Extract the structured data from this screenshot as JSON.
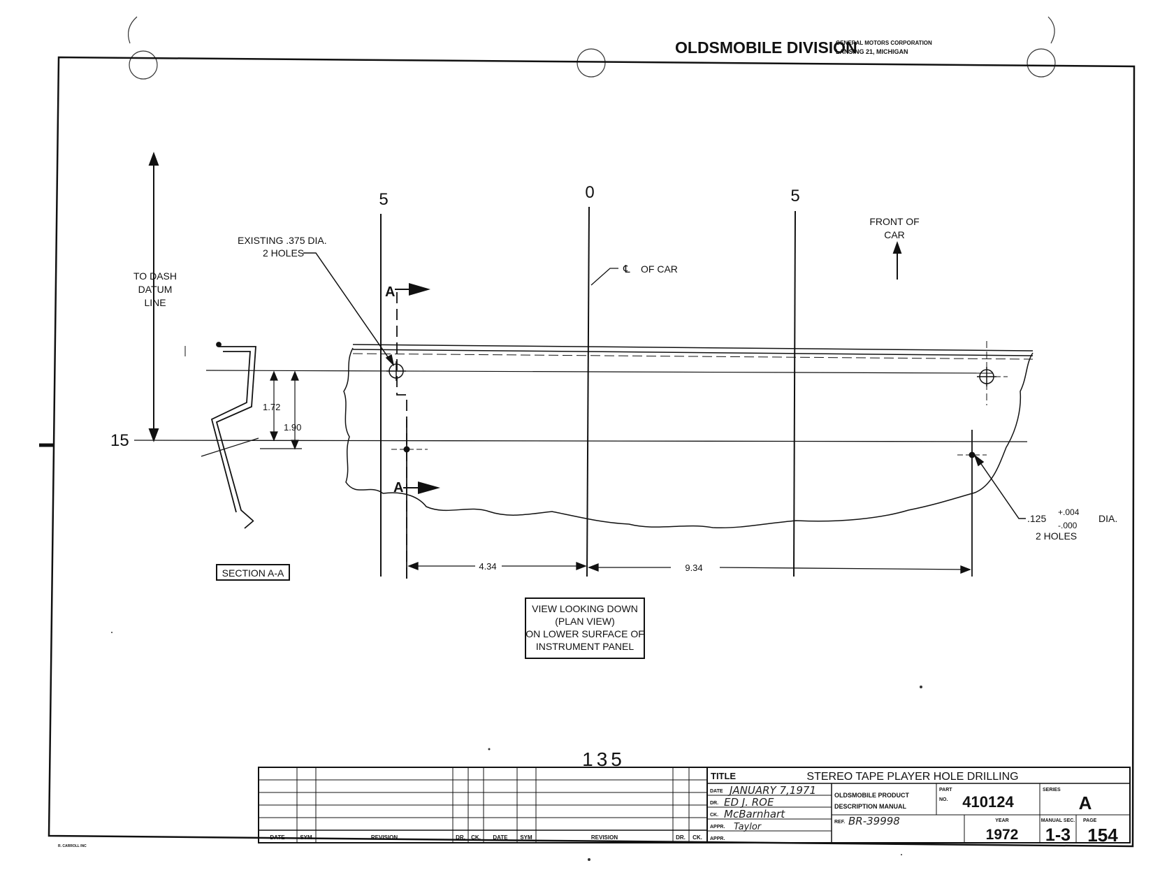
{
  "header": {
    "division": "OLDSMOBILE DIVISION",
    "corp_line1": "GENERAL MOTORS CORPORATION",
    "corp_line2": "LANSING 21, MICHIGAN"
  },
  "drawing": {
    "section_label": "SECTION A-A",
    "dash_datum": [
      "TO DASH",
      "DATUM",
      "LINE"
    ],
    "line_15": "15",
    "grid_labels": [
      "5",
      "0",
      "5"
    ],
    "centerline": "OF CAR",
    "centerline_symbol": "℄",
    "front_of_car": [
      "FRONT OF",
      "CAR"
    ],
    "existing_holes": [
      "EXISTING .375 DIA.",
      "2 HOLES"
    ],
    "section_marker": "A",
    "dim_172": "1.72",
    "dim_190": "1.90",
    "dim_434": "4.34",
    "dim_934": "9.34",
    "new_holes": {
      "size": ".125",
      "tol_plus": "+.004",
      "tol_minus": "-.000",
      "dia": "DIA.",
      "count": "2 HOLES"
    },
    "view_note": [
      "VIEW LOOKING DOWN",
      "(PLAN VIEW)",
      "ON LOWER SURFACE OF",
      "INSTRUMENT PANEL"
    ]
  },
  "page_stamp": "135",
  "revision_block": {
    "headers": [
      "DATE",
      "SYM",
      "REVISION",
      "DR.",
      "CK.",
      "DATE",
      "SYM",
      "REVISION",
      "DR.",
      "CK."
    ]
  },
  "title_block": {
    "title_label": "TITLE",
    "title": "STEREO TAPE PLAYER HOLE DRILLING",
    "date_label": "DATE",
    "date": "JANUARY 7,1971",
    "dr_label": "DR.",
    "dr": "ED J. ROE",
    "ck_label": "CK.",
    "ck": "McBarnhart",
    "appr_label": "APPR.",
    "appr": "Taylor",
    "appr2_label": "APPR.",
    "manual_name": [
      "OLDSMOBILE PRODUCT",
      "DESCRIPTION MANUAL"
    ],
    "ref_label": "REF.",
    "ref": "BR-39998",
    "part_label": "PART",
    "no_label": "NO.",
    "part_no": "410124",
    "series_label": "SERIES",
    "series": "A",
    "year_label": "YEAR",
    "year": "1972",
    "manual_sec_label": "MANUAL SEC.",
    "manual_sec": "1-3",
    "page_label": "PAGE",
    "page": "154"
  },
  "printer_mark": "R. CARROLL INC"
}
